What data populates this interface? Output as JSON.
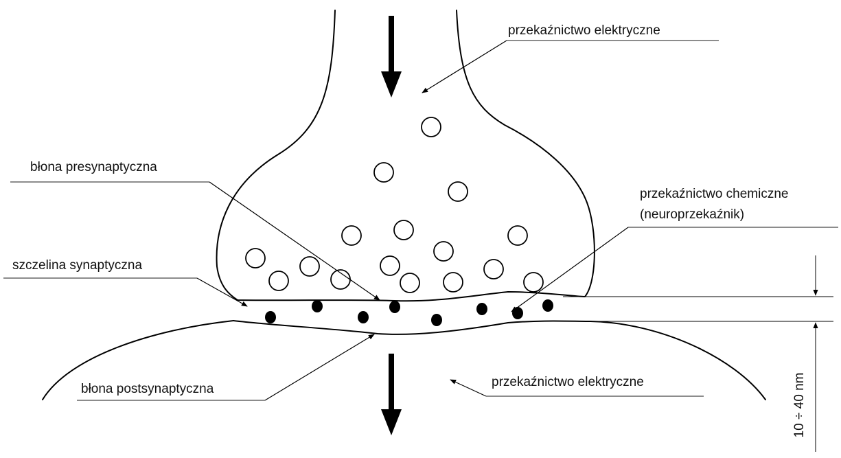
{
  "labels": {
    "electrical_top": "przekaźnictwo elektryczne",
    "presynaptic_membrane": "błona presynaptyczna",
    "chemical_line1": "przekaźnictwo chemiczne",
    "chemical_line2": "(neuroprzekaźnik)",
    "synaptic_cleft": "szczelina synaptyczna",
    "postsynaptic_membrane": "błona postsynaptyczna",
    "electrical_bottom": "przekaźnictwo elektryczne",
    "gap_size": "10 ÷ 40 nm"
  }
}
